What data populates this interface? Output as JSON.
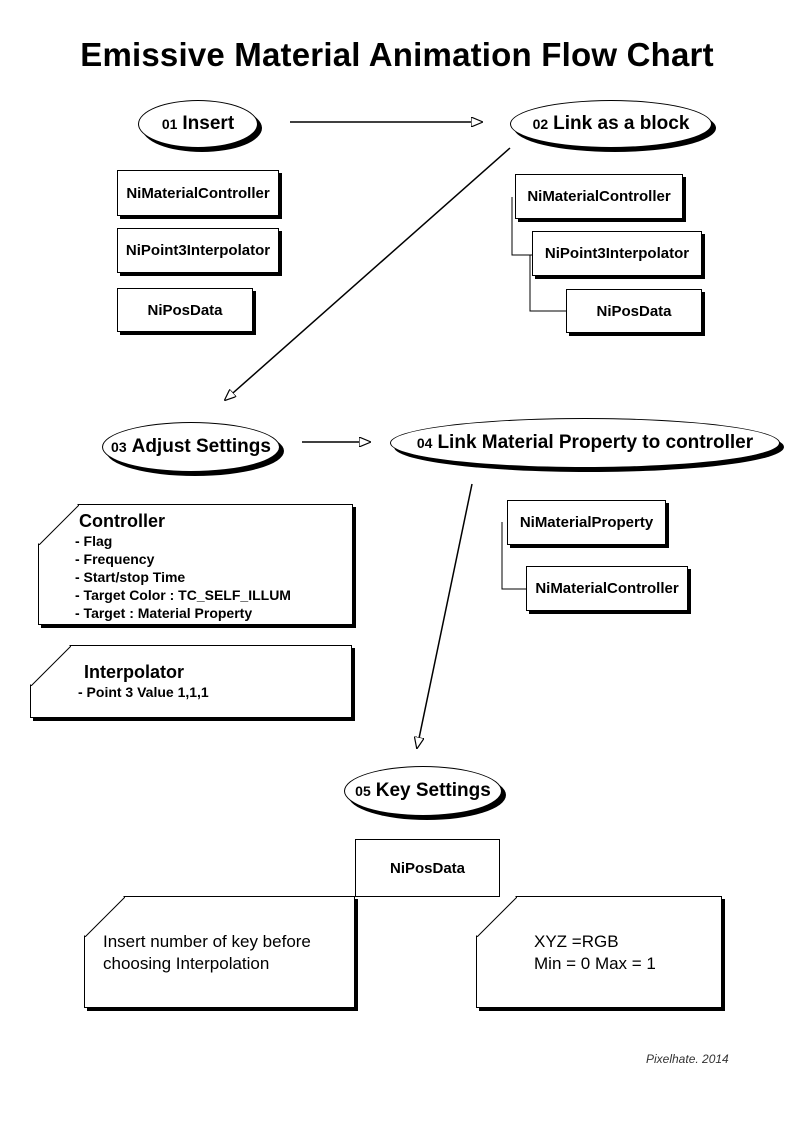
{
  "title": "Emissive Material Animation Flow Chart",
  "steps": [
    {
      "num": "01",
      "label": "Insert"
    },
    {
      "num": "02",
      "label": "Link as a block"
    },
    {
      "num": "03",
      "label": "Adjust Settings"
    },
    {
      "num": "04",
      "label": "Link Material Property to controller"
    },
    {
      "num": "05",
      "label": "Key Settings"
    }
  ],
  "insert_blocks": [
    "NiMaterialController",
    "NiPoint3Interpolator",
    "NiPosData"
  ],
  "link_blocks": [
    "NiMaterialController",
    "NiPoint3Interpolator",
    "NiPosData"
  ],
  "property_blocks": [
    "NiMaterialProperty",
    "NiMaterialController"
  ],
  "controller_note": {
    "heading": "Controller",
    "lines": [
      "- Flag",
      "- Frequency",
      "- Start/stop Time",
      "- Target Color :  TC_SELF_ILLUM",
      "- Target : Material Property"
    ]
  },
  "interpolator_note": {
    "heading": "Interpolator",
    "lines": [
      "- Point 3 Value 1,1,1"
    ]
  },
  "key_block": "NiPosData",
  "key_note_left": [
    "Insert number of key before",
    "choosing Interpolation"
  ],
  "key_note_right": [
    "XYZ =RGB",
    "Min = 0 Max = 1"
  ],
  "credit": "Pixelhate. 2014"
}
